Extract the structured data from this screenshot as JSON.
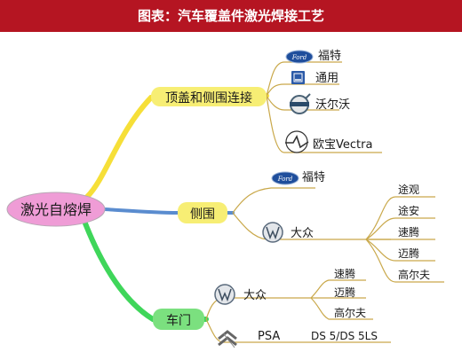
{
  "figure_title": "图表：汽车覆盖件激光焊接工艺",
  "colors": {
    "banner": "#b51522",
    "branch_yellow": "#f6df38",
    "branch_blue": "#5a8ccf",
    "branch_green": "#3fd65a",
    "root_fill": "#ef9cd6",
    "box_yellow": "#f7ee74",
    "box_green": "#7be07f",
    "leaf_line": "#c9a84a"
  },
  "root": "激光自熔焊",
  "branches": [
    {
      "label": "顶盖和侧围连接",
      "color": "yellow",
      "children": [
        {
          "label": "福特",
          "icon": "ford-logo-icon"
        },
        {
          "label": "通用",
          "icon": "gm-logo-icon"
        },
        {
          "label": "沃尔沃",
          "icon": "volvo-logo-icon"
        },
        {
          "label": "欧宝Vectra",
          "icon": "opel-logo-icon"
        }
      ]
    },
    {
      "label": "侧围",
      "color": "blue",
      "children": [
        {
          "label": "福特",
          "icon": "ford-logo-icon",
          "children": []
        },
        {
          "label": "大众",
          "icon": "vw-logo-icon",
          "children": [
            "途观",
            "途安",
            "速腾",
            "迈腾",
            "高尔夫"
          ]
        }
      ]
    },
    {
      "label": "车门",
      "color": "green",
      "children": [
        {
          "label": "大众",
          "icon": "vw-logo-icon",
          "children": [
            "速腾",
            "迈腾",
            "高尔夫"
          ]
        },
        {
          "label": "PSA",
          "icon": "citroen-logo-icon",
          "children": [
            "DS 5/DS 5LS"
          ]
        }
      ]
    }
  ]
}
